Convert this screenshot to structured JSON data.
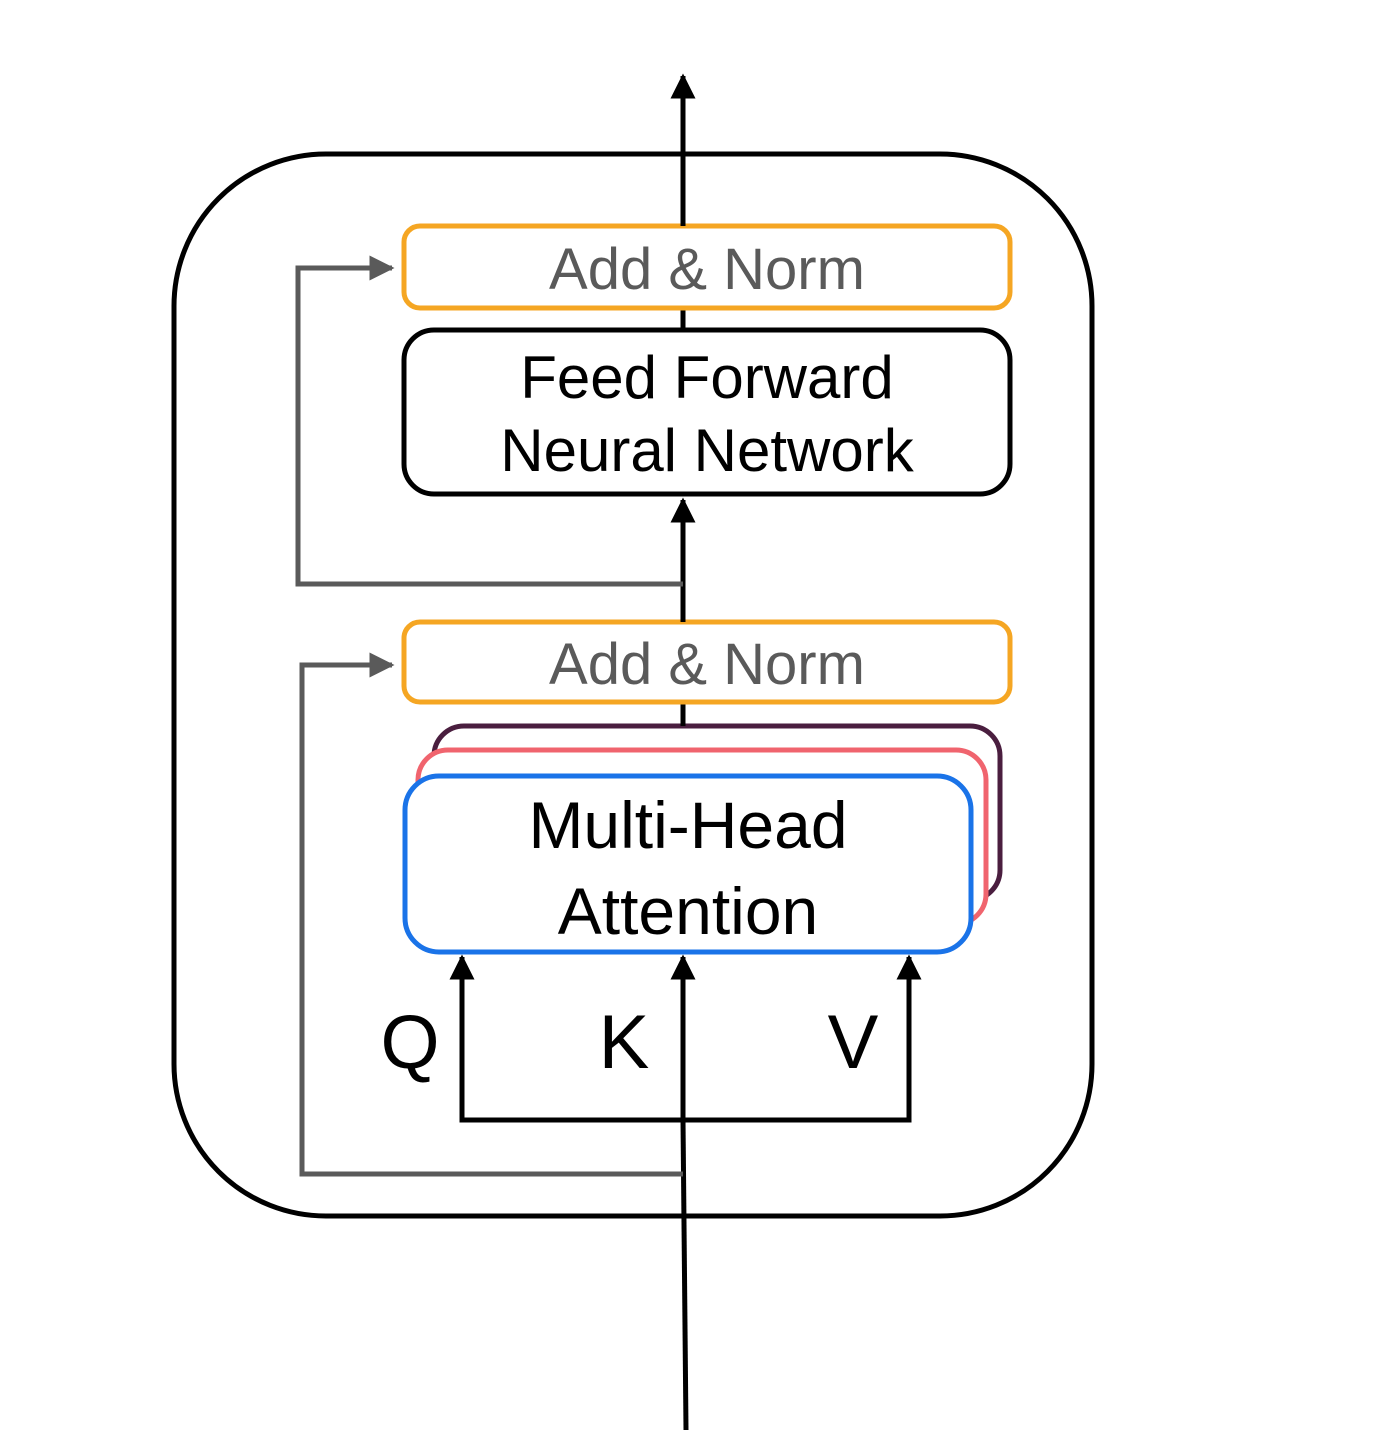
{
  "diagram": {
    "add_norm_top": "Add & Norm",
    "feed_forward": {
      "line1": "Feed Forward",
      "line2": "Neural Network"
    },
    "add_norm_bottom": "Add & Norm",
    "multi_head": {
      "line1": "Multi-Head",
      "line2": "Attention"
    },
    "inputs": {
      "q": "Q",
      "k": "K",
      "v": "V"
    },
    "colors": {
      "add_norm_border": "#f5a623",
      "head_front": "#1a73e8",
      "head_middle": "#f0646e",
      "head_back": "#4a1e3f",
      "residual": "#5a5a5a",
      "main": "#000000"
    }
  }
}
